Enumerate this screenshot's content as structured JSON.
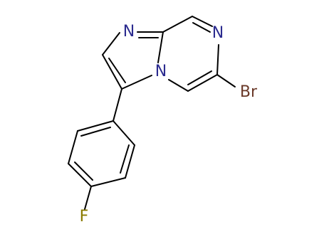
{
  "molecule": {
    "atoms": {
      "n_imidazole": {
        "symbol": "N",
        "color": "#2b2b8f"
      },
      "n_pyrazine": {
        "symbol": "N",
        "color": "#2b2b8f"
      },
      "n_bridge": {
        "symbol": "N",
        "color": "#2b2b8f"
      },
      "bromine": {
        "symbol": "Br",
        "color": "#6b3a2a"
      },
      "fluorine": {
        "symbol": "F",
        "color": "#8a7a00"
      }
    }
  }
}
